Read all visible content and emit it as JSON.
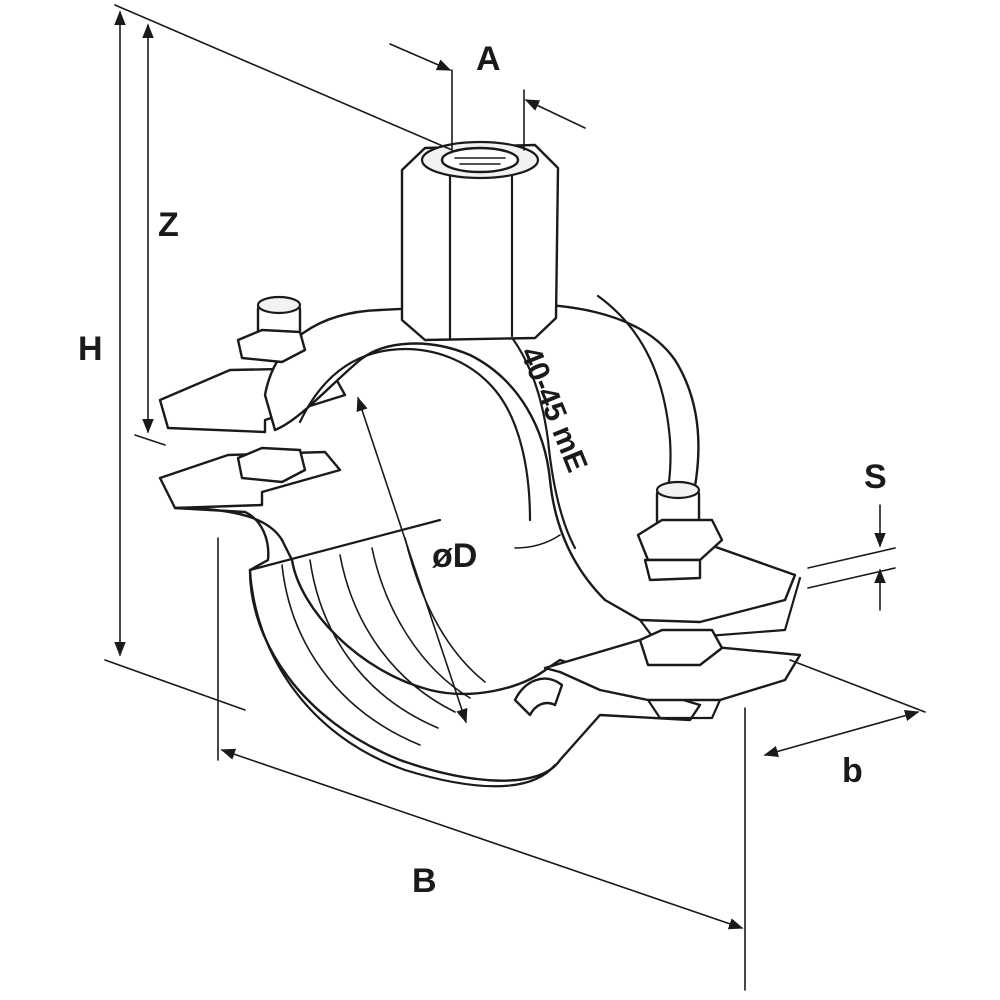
{
  "diagram": {
    "labels": {
      "A": "A",
      "Z": "Z",
      "H": "H",
      "S": "S",
      "diameter": "øD",
      "b": "b",
      "B": "B"
    },
    "clamp_marking": "40-45 mE",
    "colors": {
      "line": "#1a1a1a",
      "background": "#ffffff"
    }
  }
}
